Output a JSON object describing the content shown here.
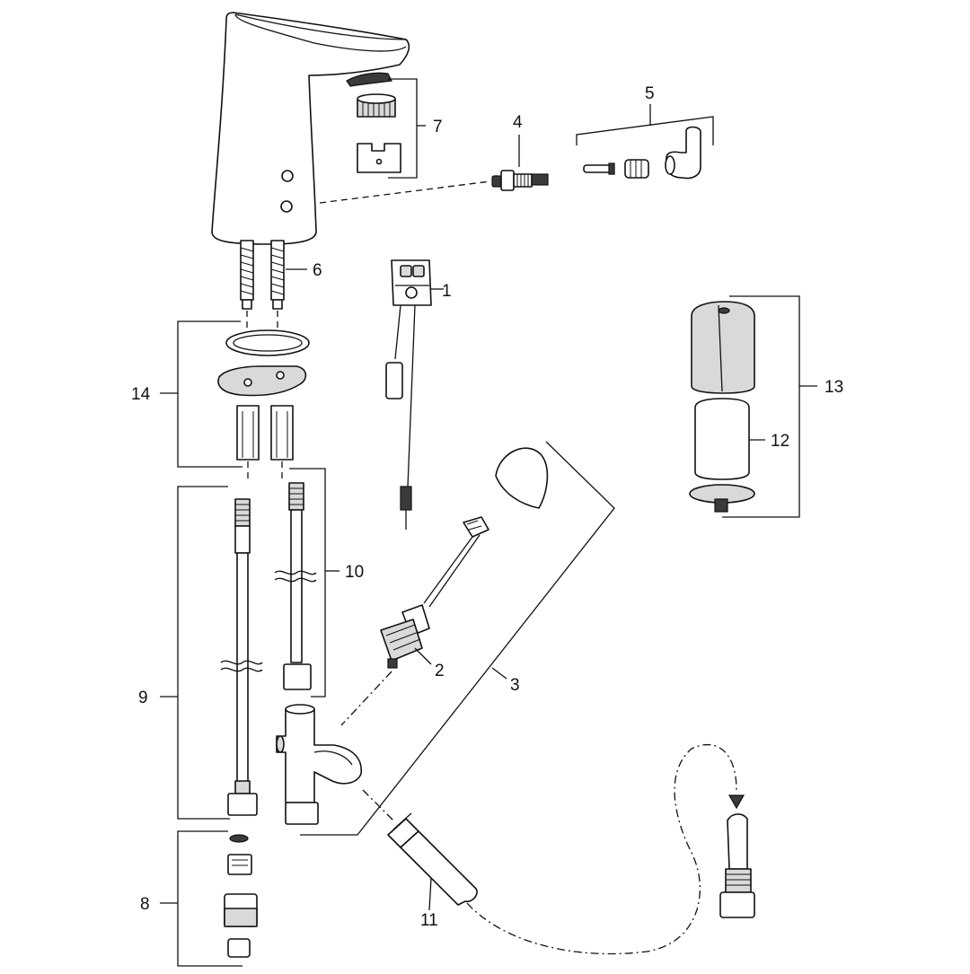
{
  "diagram": {
    "part_labels": {
      "p1": "1",
      "p2": "2",
      "p3": "3",
      "p4": "4",
      "p5": "5",
      "p6": "6",
      "p7": "7",
      "p8": "8",
      "p9": "9",
      "p10": "10",
      "p11": "11",
      "p12": "12",
      "p13": "13",
      "p14": "14"
    }
  }
}
